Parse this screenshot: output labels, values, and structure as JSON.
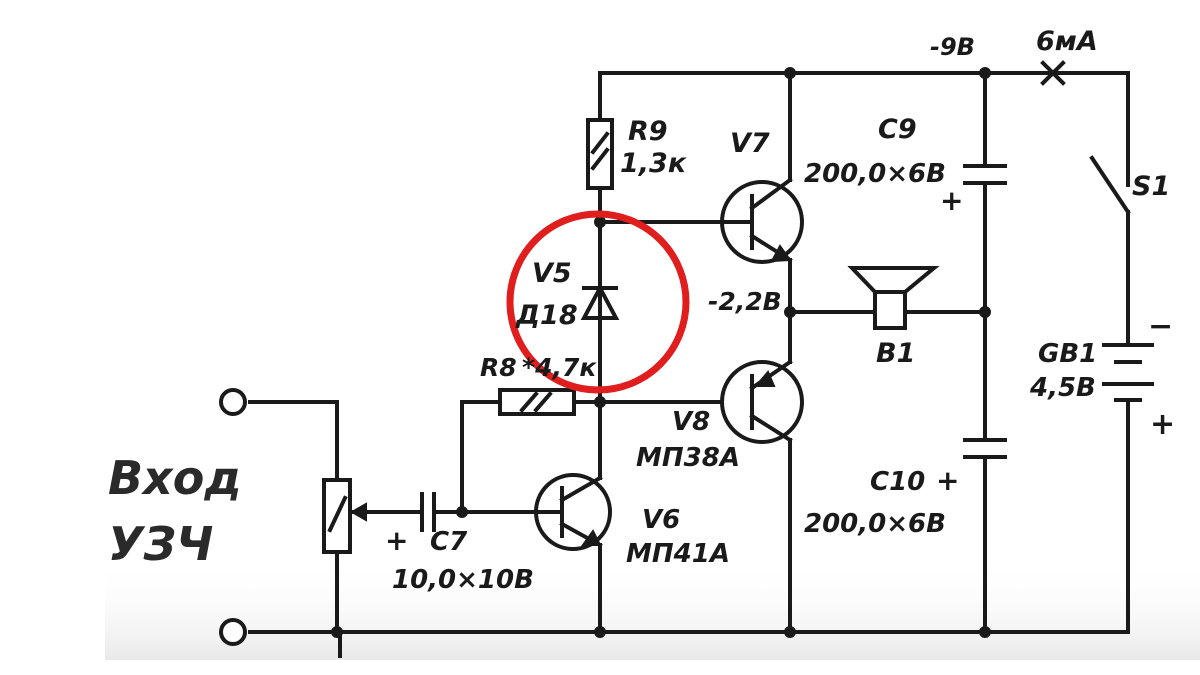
{
  "input_label": [
    "Вход",
    "УЗЧ"
  ],
  "components": {
    "r9": {
      "ref": "R9",
      "value": "1,3к"
    },
    "r8": {
      "ref": "R8",
      "value": "*4,7к"
    },
    "v5": {
      "ref": "V5",
      "value": "Д18"
    },
    "v6": {
      "ref": "V6",
      "value": "МП41А"
    },
    "v7": {
      "ref": "V7"
    },
    "v8": {
      "ref": "V8",
      "value": "МП38А"
    },
    "c7": {
      "ref": "C7",
      "value": "10,0×10В"
    },
    "c9": {
      "ref": "C9",
      "value": "200,0×6В"
    },
    "c10": {
      "ref": "C10",
      "value": "200,0×6В"
    },
    "b1": {
      "ref": "B1"
    },
    "gb1": {
      "ref": "GB1",
      "value": "4,5В"
    },
    "s1": {
      "ref": "S1"
    }
  },
  "annotations": {
    "supply_voltage": "-9В",
    "current": "6мА",
    "midpoint_voltage": "-2,2В",
    "plus": "+",
    "minus": "−"
  },
  "highlight": {
    "color": "#e01e1e",
    "target": "v5"
  },
  "colors": {
    "ink": "#1a1a1a",
    "background": "#ffffff",
    "edge_fade": "#eeeeee"
  }
}
